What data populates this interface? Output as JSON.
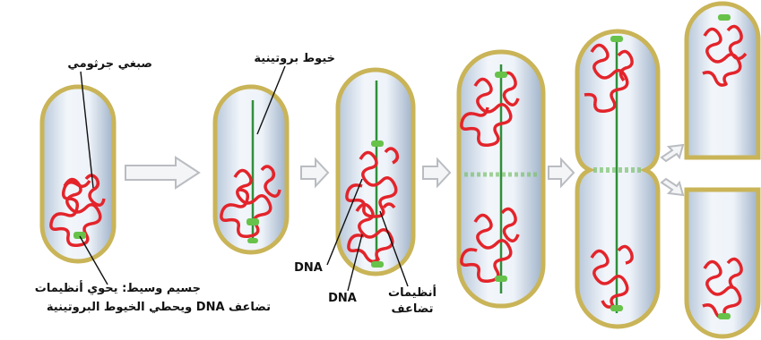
{
  "labels": {
    "chromosome": "صبغي جرثومي",
    "protein_threads": "خيوط بروتينية",
    "mesosome_line1": "جسيم وسيط: يحوي أنظيمات",
    "mesosome_line2": "تضاعف DNA ويحطي الخيوط البروتينية",
    "dna_upper": "DNA",
    "dna_lower": "DNA",
    "enzymes_line1": "أنظيمات",
    "enzymes_line2": "تضاعف"
  },
  "colors": {
    "cell_border": "#c9b458",
    "cell_fill": "#e3ecf6",
    "dna": "#e3242b",
    "protein_thread": "#2f8f3a",
    "mesosome": "#67c24a",
    "arrow": "#b9bcc1"
  }
}
